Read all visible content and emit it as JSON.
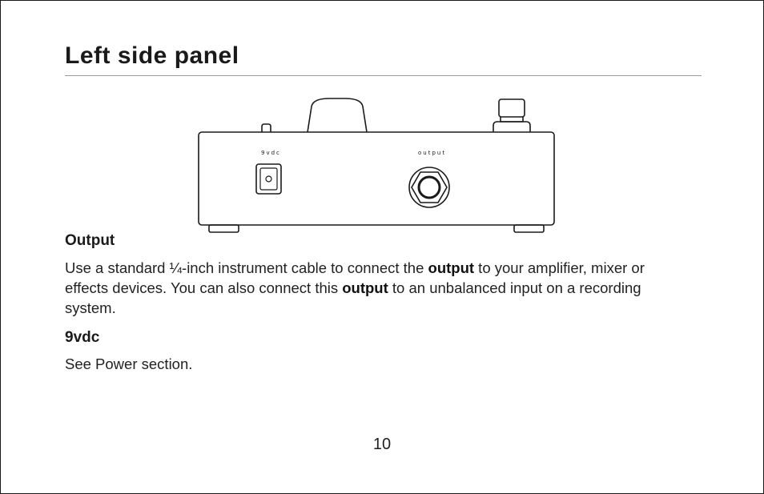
{
  "page": {
    "title": "Left side panel",
    "page_number": "10"
  },
  "illustration": {
    "label_9vdc": "9vdc",
    "label_output": "output"
  },
  "sections": {
    "output": {
      "heading": "Output",
      "text_1": "Use a standard ¼-inch instrument cable to connect the ",
      "bold_1": "output",
      "text_2": " to your amplifier, mixer or effects devices. You can also connect this ",
      "bold_2": "output",
      "text_3": " to an unbalanced input on a recording system."
    },
    "vdc": {
      "heading": "9vdc",
      "text": "See Power section."
    }
  }
}
